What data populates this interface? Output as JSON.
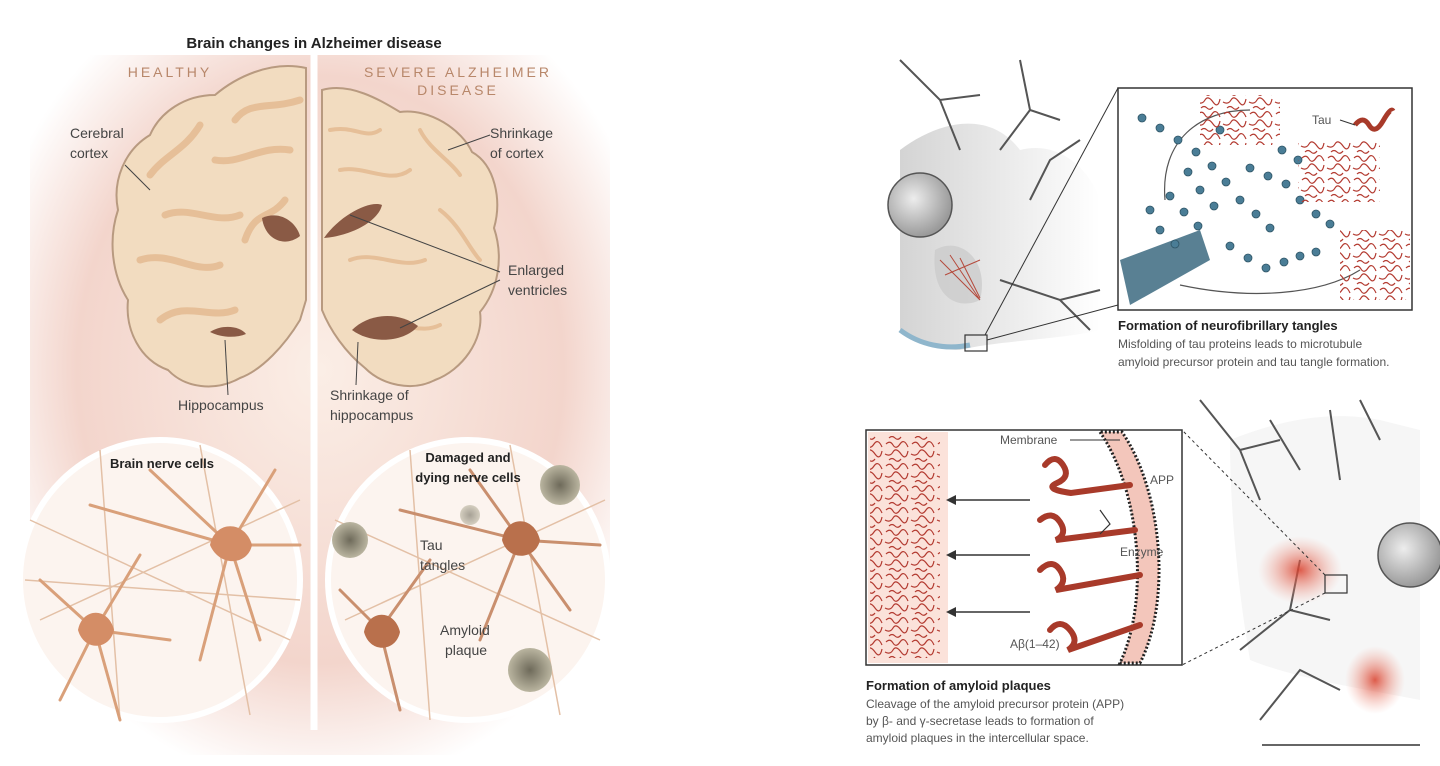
{
  "left_panel": {
    "title": "Brain changes in Alzheimer disease",
    "healthy_header": "HEALTHY",
    "alz_header_line1": "SEVERE ALZHEIMER",
    "alz_header_line2": "DISEASE",
    "labels": {
      "cerebral_cortex_1": "Cerebral",
      "cerebral_cortex_2": "cortex",
      "hippocampus": "Hippocampus",
      "shrinkage_cortex_1": "Shrinkage",
      "shrinkage_cortex_2": "of cortex",
      "enlarged_ventricles_1": "Enlarged",
      "enlarged_ventricles_2": "ventricles",
      "shrinkage_hippo_1": "Shrinkage of",
      "shrinkage_hippo_2": "hippocampus",
      "brain_nerve_cells": "Brain nerve cells",
      "damaged_1": "Damaged and",
      "damaged_2": "dying nerve cells",
      "tau_tangles_1": "Tau",
      "tau_tangles_2": "tangles",
      "amyloid_plaque_1": "Amyloid",
      "amyloid_plaque_2": "plaque"
    }
  },
  "tangles_panel": {
    "tau_label": "Tau",
    "caption_title": "Formation of neurofibrillary tangles",
    "caption_line1": "Misfolding of tau proteins leads to microtubule",
    "caption_line2": "amyloid precursor protein and tau tangle formation."
  },
  "plaques_panel": {
    "membrane_label": "Membrane",
    "app_label": "APP",
    "enzyme_label": "Enzyme",
    "abeta_label": "Aβ(1–42)",
    "caption_title": "Formation of amyloid plaques",
    "caption_line1": "Cleavage of the amyloid precursor protein (APP)",
    "caption_line2": "by β- and γ-secretase leads to formation of",
    "caption_line3": "amyloid plaques in the intercellular space."
  },
  "colors": {
    "brain_fill": "#f2dcc0",
    "brain_stroke": "#b89a80",
    "ventricle": "#8a5a45",
    "neuron": "#d9a07a",
    "tau_blue": "#4a7d96",
    "tau_red": "#a83a2a",
    "glow": "#e5735a"
  }
}
